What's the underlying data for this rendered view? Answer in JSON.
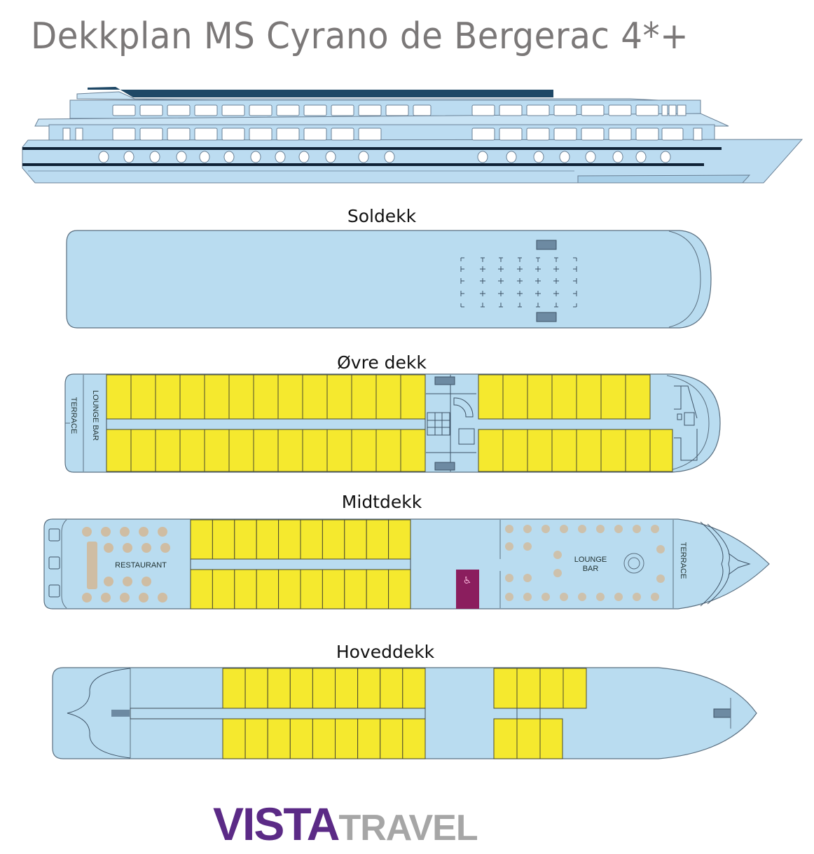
{
  "page": {
    "title": "Dekkplan MS Cyrano de Bergerac 4*+"
  },
  "colors": {
    "hull": "#b9dcf0",
    "outline": "#5a6f80",
    "cabin": "#f5e92e",
    "accessible_cabin": "#8b1e5e",
    "title_gray": "#7b7878",
    "logo_purple": "#5b2a86",
    "logo_gray": "#a6a6a6",
    "furniture": "#d4b896"
  },
  "decks": [
    {
      "id": "soldekk",
      "label": "Soldekk",
      "areas": [],
      "features": [
        "sun-loungers-grid",
        "stairs-top",
        "stairs-bottom"
      ],
      "cabins": 0
    },
    {
      "id": "ovre-dekk",
      "label": "Øvre dekk",
      "areas": [
        "TERRACE",
        "LOUNGE BAR"
      ],
      "features": [
        "stairs",
        "spiral-staircase",
        "elevator",
        "wheelhouse"
      ],
      "cabin_blocks": [
        {
          "position": "aft",
          "columns": 13,
          "rows": 2
        },
        {
          "position": "forward-top",
          "columns": 7,
          "rows": 1
        },
        {
          "position": "forward-bottom",
          "columns": 8,
          "rows": 1
        }
      ],
      "cabins": 41
    },
    {
      "id": "midtdekk",
      "label": "Midtdekk",
      "areas": [
        "RESTAURANT",
        "LOUNGE BAR",
        "TERRACE"
      ],
      "features": [
        "accessible-cabin",
        "dance-floor",
        "bow-seating"
      ],
      "cabin_blocks": [
        {
          "position": "midship",
          "columns": 10,
          "rows": 2
        }
      ],
      "accessible_cabins": 1,
      "cabins": 20
    },
    {
      "id": "hoveddekk",
      "label": "Hoveddekk",
      "areas": [],
      "features": [
        "stairs-aft",
        "stairs-bow"
      ],
      "cabin_blocks": [
        {
          "position": "aft",
          "columns": 9,
          "rows": 2
        },
        {
          "position": "forward-top",
          "columns": 4,
          "rows": 1
        },
        {
          "position": "forward-bottom",
          "columns": 3,
          "rows": 1
        }
      ],
      "cabins": 25
    }
  ],
  "logo": {
    "part1": "VISTA",
    "part2": "TRAVEL"
  }
}
